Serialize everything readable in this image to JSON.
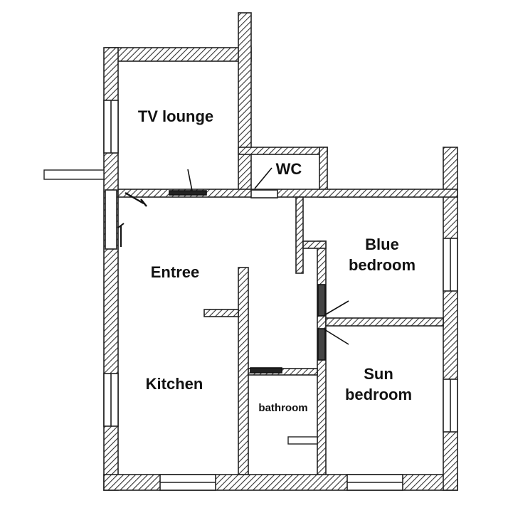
{
  "rooms": {
    "tv_lounge": "TV lounge",
    "wc": "WC",
    "entree": "Entree",
    "blue_bedroom_line1": "Blue",
    "blue_bedroom_line2": "bedroom",
    "kitchen": "Kitchen",
    "bathroom": "bathroom",
    "sun_bedroom_line1": "Sun",
    "sun_bedroom_line2": "bedroom"
  },
  "colors": {
    "wall_outline": "#222222",
    "wall_hatch": "#333333",
    "background": "#ffffff"
  }
}
